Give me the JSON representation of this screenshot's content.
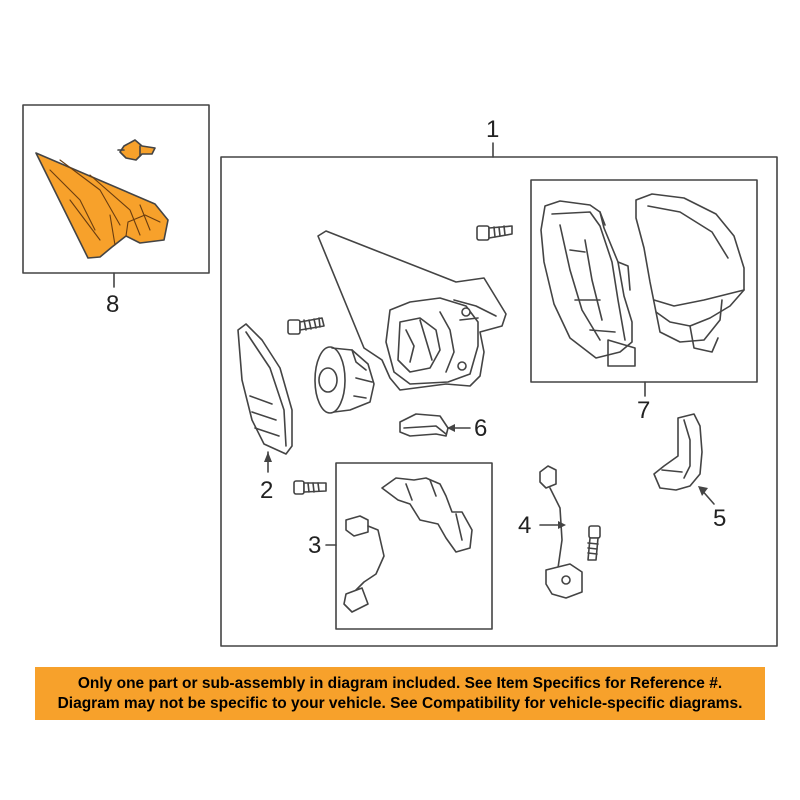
{
  "colors": {
    "highlight_part": "#f7a12b",
    "outline": "#444444",
    "banner_bg": "#f7a12b",
    "banner_text": "#000000"
  },
  "callouts": {
    "c1": "1",
    "c2": "2",
    "c3": "3",
    "c4": "4",
    "c5": "5",
    "c6": "6",
    "c7": "7",
    "c8": "8"
  },
  "banner": {
    "line1": "Only one part or sub-assembly in diagram included. See Item Specifics for Reference #.",
    "line2": "Diagram may not be specific to your vehicle. See Compatibility for vehicle-specific diagrams."
  }
}
